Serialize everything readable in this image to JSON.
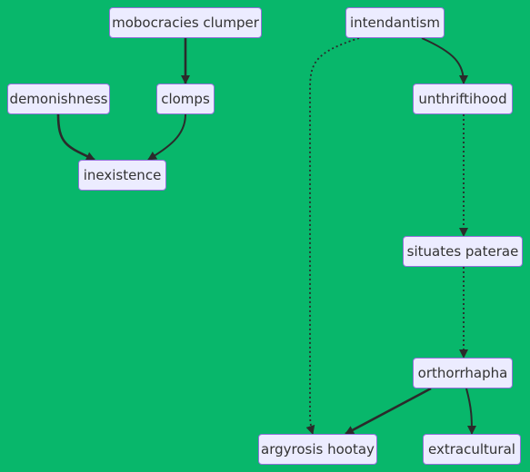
{
  "colors": {
    "background": "#08b76b",
    "node_fill": "#ececff",
    "node_border": "#9370db",
    "edge": "#2b2b2b",
    "text": "#333333"
  },
  "nodes": [
    {
      "id": "mobocracies-clumper",
      "label": "mobocracies clumper"
    },
    {
      "id": "intendantism",
      "label": "intendantism"
    },
    {
      "id": "demonishness",
      "label": "demonishness"
    },
    {
      "id": "clomps",
      "label": "clomps"
    },
    {
      "id": "unthriftihood",
      "label": "unthriftihood"
    },
    {
      "id": "inexistence",
      "label": "inexistence"
    },
    {
      "id": "situates-paterae",
      "label": "situates paterae"
    },
    {
      "id": "orthorrhapha",
      "label": "orthorrhapha"
    },
    {
      "id": "argyrosis-hootay",
      "label": "argyrosis hootay"
    },
    {
      "id": "extracultural",
      "label": "extracultural"
    }
  ],
  "edges": [
    {
      "from": "mobocracies-clumper",
      "to": "clomps",
      "style": "thick"
    },
    {
      "from": "demonishness",
      "to": "inexistence",
      "style": "thick"
    },
    {
      "from": "clomps",
      "to": "inexistence",
      "style": "solid"
    },
    {
      "from": "intendantism",
      "to": "unthriftihood",
      "style": "solid"
    },
    {
      "from": "intendantism",
      "to": "argyrosis-hootay",
      "style": "dotted"
    },
    {
      "from": "unthriftihood",
      "to": "situates-paterae",
      "style": "dotted"
    },
    {
      "from": "situates-paterae",
      "to": "orthorrhapha",
      "style": "dotted"
    },
    {
      "from": "orthorrhapha",
      "to": "argyrosis-hootay",
      "style": "thick"
    },
    {
      "from": "orthorrhapha",
      "to": "extracultural",
      "style": "solid"
    }
  ]
}
